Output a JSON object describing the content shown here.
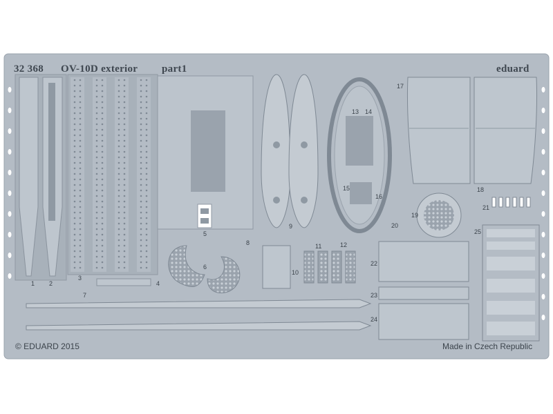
{
  "product_code": "32 368",
  "title": "OV-10D exterior",
  "sheet": "part1",
  "brand": "eduard",
  "copyright": "© EDUARD 2015",
  "origin": "Made in Czech Republic",
  "part_numbers": {
    "p1": "1",
    "p2": "2",
    "p3": "3",
    "p4": "4",
    "p5": "5",
    "p6": "6",
    "p7": "7",
    "p8": "8",
    "p9": "9",
    "p10": "10",
    "p11": "11",
    "p12": "12",
    "p13": "13",
    "p14": "14",
    "p15": "15",
    "p16": "16",
    "p17": "17",
    "p18": "18",
    "p19": "19",
    "p20": "20",
    "p21": "21",
    "p22": "22",
    "p23": "23",
    "p24": "24",
    "p25": "25"
  },
  "colors": {
    "metal": "#b4bcc5",
    "metal_dark": "#8f99a3",
    "ink": "#3b434b",
    "page": "#ffffff"
  }
}
